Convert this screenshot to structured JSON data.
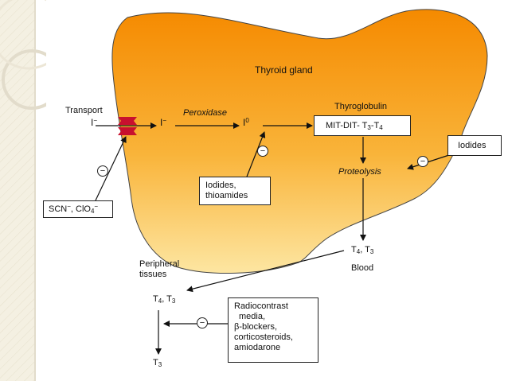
{
  "title": "Thyroid gland",
  "transport": {
    "label": "Transport",
    "iodide_in": "I",
    "iodide_in_sup": "−",
    "iodide_mid": "I",
    "iodide_mid_sup": "−",
    "enzyme": "Peroxidase",
    "iodine": "I",
    "iodine_sup": "0"
  },
  "thyroglobulin": {
    "label": "Thyroglobulin",
    "box_prefix": "MIT-DIT- T",
    "box_sub1": "3",
    "box_mid": "-T",
    "box_sub2": "4"
  },
  "proteolysis": "Proteolysis",
  "blood": {
    "t4": "T",
    "t4_sub": "4",
    "sep": ", T",
    "t3_sub": "3",
    "label": "Blood"
  },
  "peripheral": {
    "label_line1": "Peripheral",
    "label_line2": "tissues",
    "t4": "T",
    "t4_sub": "4",
    "sep": ", T",
    "t3_sub": "3",
    "t3": "T",
    "t3_final_sub": "3"
  },
  "inhibitors": {
    "symbol": "−",
    "anions_a": "SCN",
    "anions_a_sup": "−",
    "anions_b": ", ClO",
    "anions_b_sub": "4",
    "anions_b_sup": "−",
    "iodides_thioamides_line1": "Iodides,",
    "iodides_thioamides_line2": "thioamides",
    "iodides": "Iodides",
    "drugs_line1": "Radiocontrast",
    "drugs_line2": "media,",
    "drugs_line3": "β-blockers,",
    "drugs_line4": "corticosteroids,",
    "drugs_line5": "amiodarone"
  },
  "colors": {
    "gland_top": "#f58a00",
    "gland_bottom": "#fde6a2",
    "channel": "#c8102e",
    "deco_bg": "#f4f0e2",
    "deco_ring": "#e2dccb"
  }
}
